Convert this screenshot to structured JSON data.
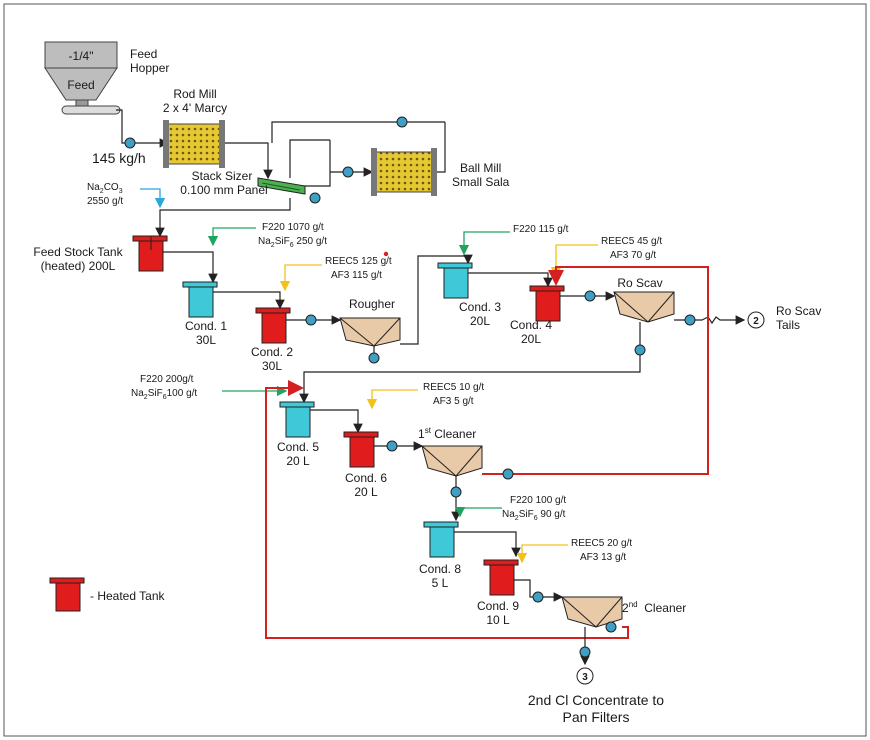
{
  "feed": {
    "size": "-1/4\"",
    "label": "Feed",
    "hopper_line1": "Feed",
    "hopper_line2": "Hopper",
    "rate": "145 kg/h"
  },
  "rod_mill": {
    "line1": "Rod Mill",
    "line2": "2 x 4' Marcy"
  },
  "ball_mill": {
    "line1": "Ball Mill",
    "line2": "Small Sala"
  },
  "sizer": {
    "line1": "Stack Sizer",
    "line2": "0.100 mm Panel"
  },
  "na2co3": {
    "formula_base": "Na",
    "sub1": "2",
    "mid": "CO",
    "sub2": "3",
    "dose": "2550 g/t"
  },
  "feed_stock_tank": {
    "line1": "Feed Stock Tank",
    "line2": "(heated) 200L"
  },
  "reagents_cond1": {
    "line1": "F220 1070 g/t",
    "line2_base": "Na",
    "line2_sub1": "2",
    "line2_mid": "SiF",
    "line2_sub2": "6",
    "line2_dose": " 250 g/t"
  },
  "cond1": {
    "line1": "Cond. 1",
    "line2": "30L"
  },
  "reagents_cond2": {
    "line1": "REEC5 125 g/t",
    "line2": "AF3 115 g/t"
  },
  "cond2": {
    "line1": "Cond. 2",
    "line2": "30L"
  },
  "rougher": {
    "label": "Rougher"
  },
  "reagents_cond3": {
    "line1": "F220 115 g/t"
  },
  "cond3": {
    "line1": "Cond. 3",
    "line2": "20L"
  },
  "reagents_cond4": {
    "line1": "REEC5 45 g/t",
    "line2": "AF3 70 g/t"
  },
  "cond4": {
    "line1": "Cond. 4",
    "line2": "20L"
  },
  "ro_scav": {
    "label": "Ro Scav"
  },
  "stream2": {
    "num": "2",
    "line1": "Ro Scav",
    "line2": "Tails"
  },
  "reagents_cond5": {
    "line1": "F220 200g/t",
    "line2_base": "Na",
    "line2_sub1": "2",
    "line2_mid": "SiF",
    "line2_sub2": "6",
    "line2_dose": "100 g/t"
  },
  "cond5": {
    "line1": "Cond. 5",
    "line2": "20 L"
  },
  "reagents_cond6": {
    "line1": "REEC5 10 g/t",
    "line2": "AF3 5 g/t"
  },
  "cond6": {
    "line1": "Cond. 6",
    "line2": "20 L"
  },
  "cleaner1": {
    "num": "1",
    "sup": "st",
    "label": " Cleaner"
  },
  "reagents_cond8": {
    "line1": "F220 100 g/t",
    "line2_base": "Na",
    "line2_sub1": "2",
    "line2_mid": "SiF",
    "line2_sub2": "6",
    "line2_dose": " 90 g/t"
  },
  "cond8": {
    "line1": "Cond. 8",
    "line2": "5 L"
  },
  "reagents_cond9": {
    "line1": "REEC5 20 g/t",
    "line2": "AF3 13 g/t"
  },
  "cond9": {
    "line1": "Cond. 9",
    "line2": "10 L"
  },
  "cleaner2": {
    "num": "2",
    "sup": "nd",
    "label": "  Cleaner"
  },
  "stream3": {
    "num": "3",
    "line1": "2nd Cl Concentrate to",
    "line2": "Pan Filters"
  },
  "legend": {
    "label": "- Heated Tank"
  },
  "colors": {
    "heated_tank": "#e01c1c",
    "cond_tank": "#3fc8d8",
    "recycle_line": "#d42020",
    "pump": "#3f9fc4",
    "mill": "#e6c832",
    "cell": "#e8c9a8",
    "reagent_yellow": "#f2c218",
    "reagent_green": "#20a560",
    "reagent_blue": "#29a8e0"
  }
}
